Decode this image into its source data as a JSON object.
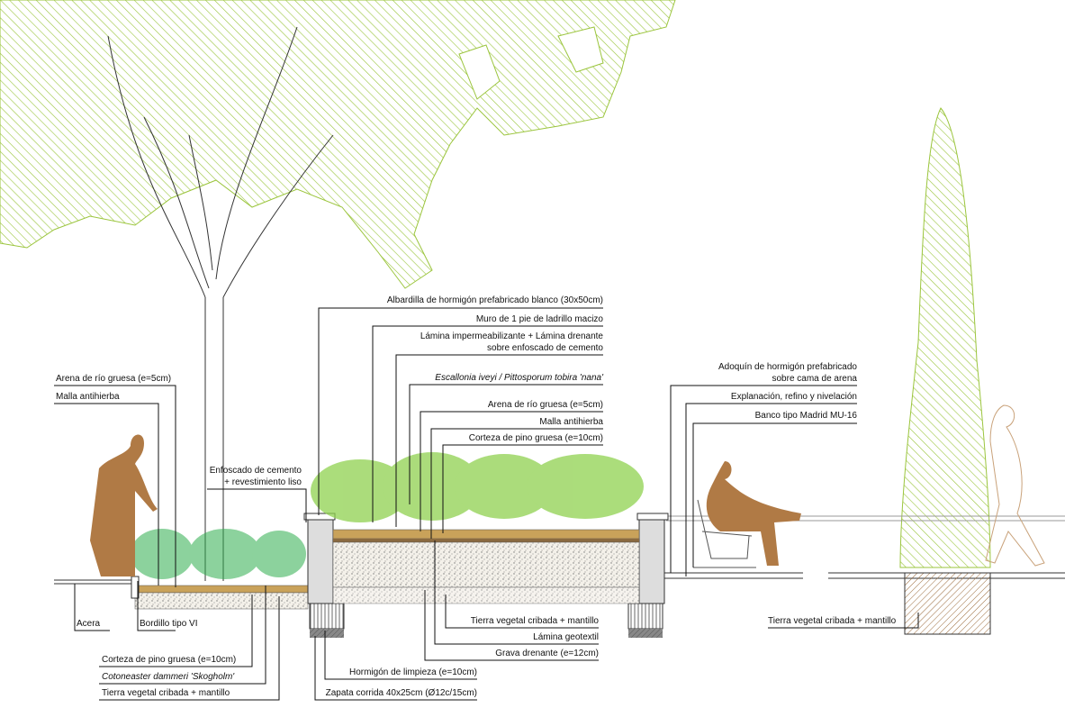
{
  "title": "Sección constructiva de jardinera",
  "labels": {
    "albardilla": "Albardilla de hormigón prefabricado blanco (30x50cm)",
    "muro": "Muro de 1 pie de ladrillo macizo",
    "lamina1": "Lámina impermeabilizante + Lámina drenante",
    "lamina2": "sobre enfoscado de cemento",
    "escallonia": "Escallonia iveyi / Pittosporum tobira 'nana'",
    "arena_r": "Arena de río gruesa (e=5cm)",
    "malla_r": "Malla antihierba",
    "corteza_r": "Corteza de pino gruesa (e=10cm)",
    "arena_l": "Arena de río gruesa (e=5cm)",
    "malla_l": "Malla antihierba",
    "enfoscado1": "Enfoscado de cemento",
    "enfoscado2": "+ revestimiento liso",
    "acera": "Acera",
    "bordillo": "Bordillo tipo VI",
    "corteza_l": "Corteza de pino gruesa (e=10cm)",
    "cotoneaster": "Cotoneaster dammeri 'Skogholm'",
    "tierra_l": "Tierra vegetal cribada + mantillo",
    "tierra_c": "Tierra vegetal cribada + mantillo",
    "geotextil": "Lámina geotextil",
    "grava": "Grava drenante (e=12cm)",
    "hormigon": "Hormigón de limpieza (e=10cm)",
    "zapata": "Zapata corrida 40x25cm (Ø12c/15cm)",
    "adoquin1": "Adoquín de hormigón prefabricado",
    "adoquin2": "sobre cama de arena",
    "explanacion": "Explanación, refino y nivelación",
    "banco": "Banco tipo Madrid MU-16",
    "tierra_r": "Tierra vegetal cribada + mantillo"
  },
  "colors": {
    "canopy": "#9bc53d",
    "figure": "#b07a45",
    "shrub": "#8fd14f",
    "groundcover": "#2fae4e",
    "soil": "#c9a25a"
  }
}
